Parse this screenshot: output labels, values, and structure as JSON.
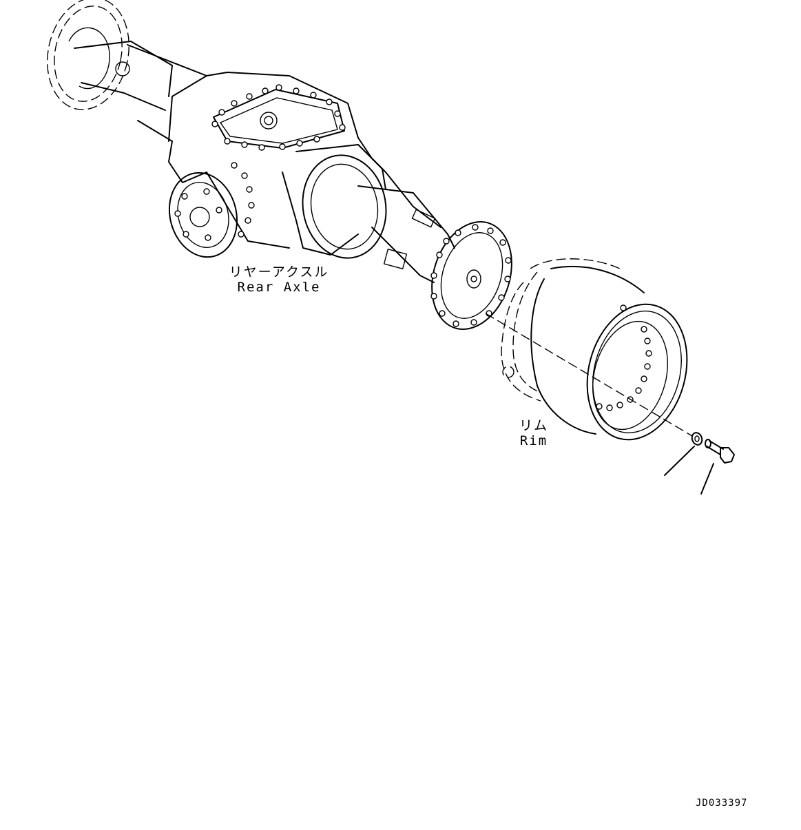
{
  "labels": {
    "rear_axle_jp": "リヤーアクスル",
    "rear_axle_en": "Rear Axle",
    "rim_jp": "リム",
    "rim_en": "Rim"
  },
  "drawing_number": "JD033397",
  "colors": {
    "line": "#000000",
    "background": "#ffffff"
  }
}
